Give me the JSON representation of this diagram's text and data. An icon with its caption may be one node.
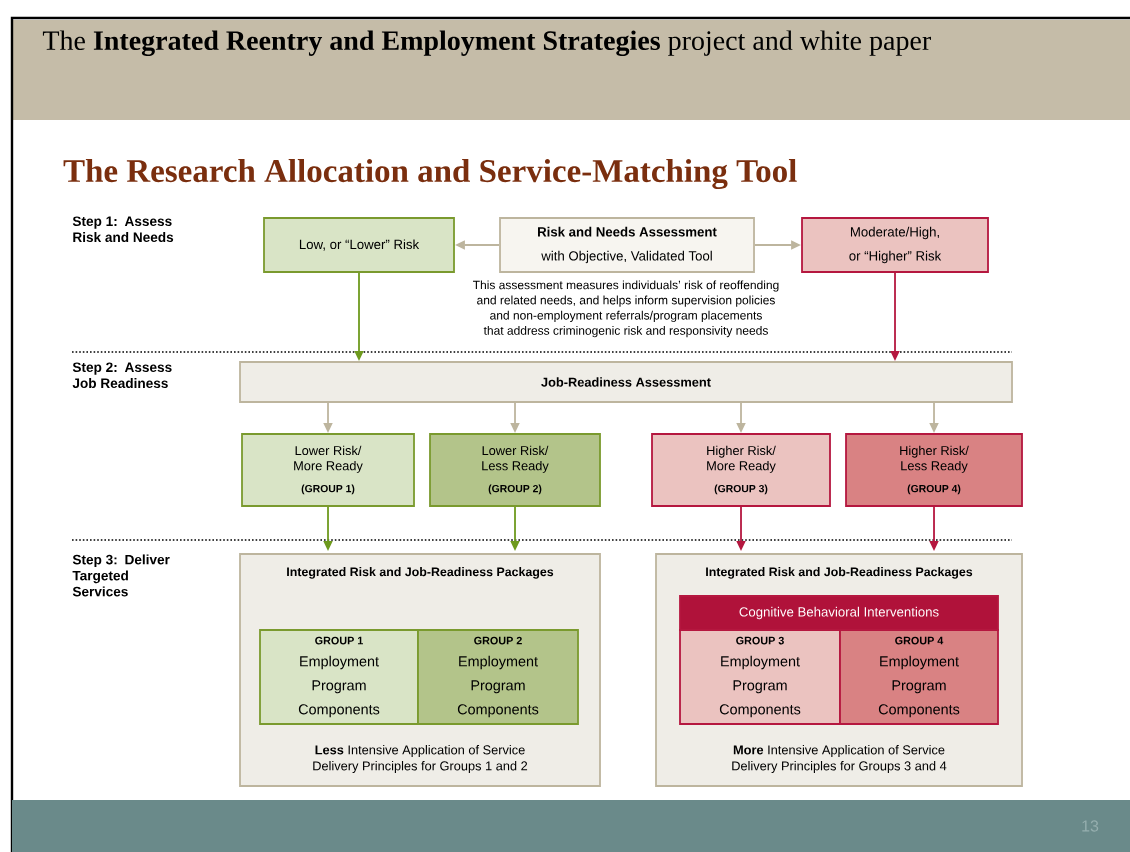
{
  "diagram": {
    "title": "The Research Allocation and Service-Matching Tool",
    "nodes": [
      {
        "text": [
          "Low, or “Lower” Risk"
        ]
      },
      {
        "text": [
          "**Risk and Needs Assessment** with Objective, Validated Tool"
        ]
      },
      {
        "text": [
          "Moderate/High, or “Higher” Risk"
        ]
      },
      {
        "text": [
          "Job-Readiness Assessment"
        ]
      },
      {
        "text": [
          "Lower Risk/ More Ready",
          "(GROUP 1)"
        ]
      },
      {
        "text": [
          "Lower Risk/ Less Ready",
          "(GROUP 2)"
        ]
      },
      {
        "text": [
          "Higher Risk/ More Ready",
          "(GROUP 3)"
        ]
      },
      {
        "text": [
          "Higher Risk/ Less Ready",
          "(GROUP 4)"
        ]
      },
      {
        "text": [
          "Integrated Risk and Job-Readiness Packages",
          "**Less** Intensive Application of Service Delivery Principles for Groups 1 and 2"
        ]
      },
      {
        "text": [
          "GROUP 1",
          "Employment Program Components"
        ],
        "in": 8
      },
      {
        "text": [
          "GROUP 2",
          "Employment Program Components"
        ],
        "in": 8
      },
      {
        "text": [
          "Integrated Risk and Job-Readiness Packages",
          "**More** Intensive Application of Service Delivery Principles for Groups 3 and 4"
        ]
      },
      {
        "text": [
          "Cognitive Behavioral Interventions"
        ],
        "in": 11
      },
      {
        "text": [
          "GROUP 3",
          "Employment Program Components"
        ],
        "in": 11
      },
      {
        "text": [
          "GROUP 4",
          "Employment Program Components"
        ],
        "in": 11
      }
    ],
    "edges": [
      {
        "from": 1,
        "to": 0,
        "arrow": "to"
      },
      {
        "from": 1,
        "to": 2,
        "arrow": "to"
      },
      {
        "from": 0,
        "to": 3,
        "arrow": "to",
        "color": "#6e9a1e"
      },
      {
        "from": 2,
        "to": 3,
        "arrow": "to",
        "color": "#b5173f"
      },
      {
        "from": 3,
        "to": 4,
        "arrow": "to"
      },
      {
        "from": 3,
        "to": 5,
        "arrow": "to"
      },
      {
        "from": 3,
        "to": 6,
        "arrow": "to"
      },
      {
        "from": 3,
        "to": 7,
        "arrow": "to"
      },
      {
        "from": 4,
        "to": 8,
        "arrow": "to",
        "color": "#6e9a1e"
      },
      {
        "from": 5,
        "to": 8,
        "arrow": "to",
        "color": "#6e9a1e"
      },
      {
        "from": 6,
        "to": 11,
        "arrow": "to",
        "color": "#b5173f"
      },
      {
        "from": 7,
        "to": 11,
        "arrow": "to",
        "color": "#b5173f"
      }
    ],
    "labels": [
      "The **Integrated Reentry and Employment Strategies** project and white paper",
      "Step 1: Assess Risk and Needs",
      "This assessment measures individuals’ risk of reoffending and related needs, and helps inform supervision policies and non-employment referrals/program placements that address criminogenic risk and responsivity needs",
      "Step 2: Assess Job Readiness",
      "Step 3: Deliver Targeted Services",
      "13"
    ]
  }
}
